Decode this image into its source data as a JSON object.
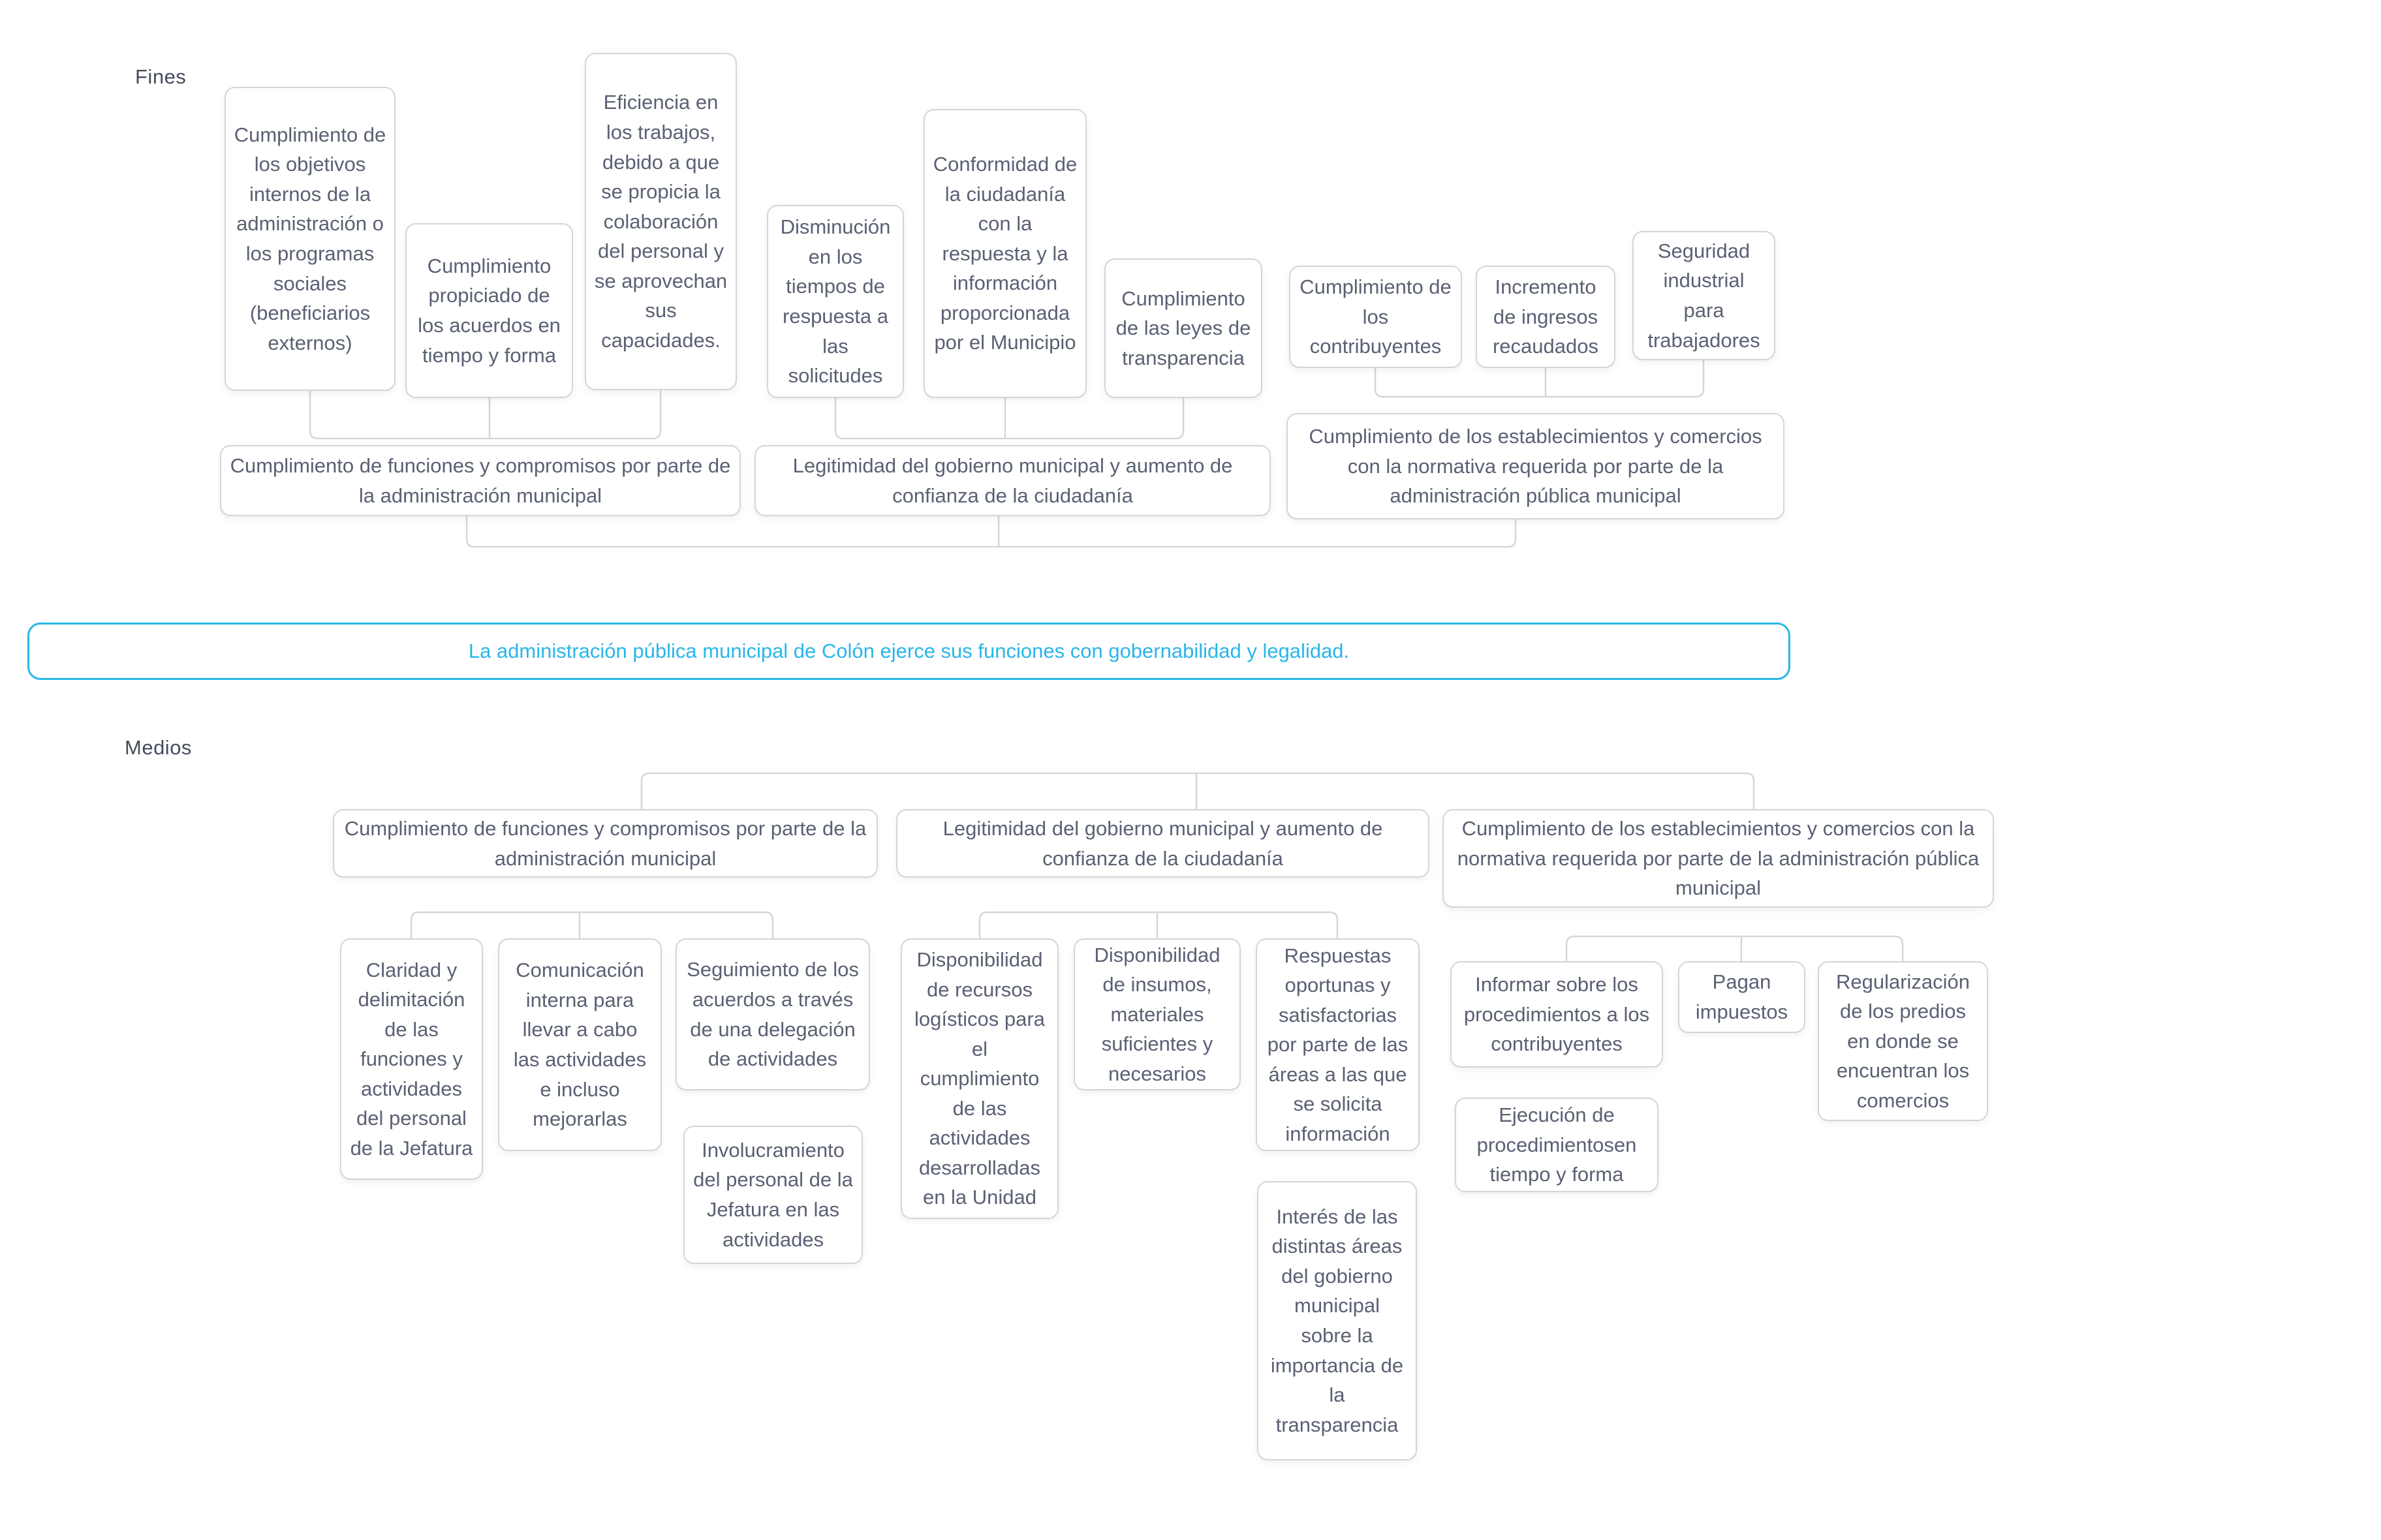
{
  "labels": {
    "fines": "Fines",
    "medios": "Medios"
  },
  "colors": {
    "accent": "#29b6e8",
    "node_border": "#d4d5d9",
    "node_text": "#5a6173",
    "connector": "#d5d6da"
  },
  "goal": {
    "text": "La administración pública municipal de Colón ejerce sus funciones con gobernabilidad y legalidad."
  },
  "fines": {
    "leaves": [
      {
        "text": "Cumplimiento de los objetivos internos de la administración o los programas sociales (beneficiarios externos)"
      },
      {
        "text": "Cumplimiento propiciado de los acuerdos en tiempo y forma"
      },
      {
        "text": "Eficiencia en los trabajos, debido a que se propicia la colaboración del personal y se aprovechan sus capacidades."
      },
      {
        "text": "Disminución en los tiempos de respuesta a las solicitudes"
      },
      {
        "text": "Conformidad de la ciudadanía con la respuesta y la información proporcionada por el Municipio"
      },
      {
        "text": "Cumplimiento de las leyes de transparencia"
      },
      {
        "text": "Cumplimiento de los contribuyentes"
      },
      {
        "text": "Incremento de ingresos recaudados"
      },
      {
        "text": "Seguridad industrial para trabajadores"
      }
    ],
    "parents": [
      {
        "text": "Cumplimiento de funciones y compromisos por parte de la administración municipal"
      },
      {
        "text": "Legitimidad del gobierno municipal y aumento de confianza de la ciudadanía"
      },
      {
        "text": "Cumplimiento de los establecimientos y comercios con la normativa requerida por parte de la administración pública municipal"
      }
    ]
  },
  "medios": {
    "parents": [
      {
        "text": "Cumplimiento de funciones y compromisos por parte de la administración municipal"
      },
      {
        "text": "Legitimidad del gobierno municipal y aumento de confianza de la ciudadanía"
      },
      {
        "text": "Cumplimiento de los establecimientos y comercios con la normativa requerida por parte de la administración pública municipal"
      }
    ],
    "children": [
      {
        "text": "Claridad y delimitación de las funciones y actividades del personal de la Jefatura"
      },
      {
        "text": "Comunicación interna para llevar a cabo las actividades e incluso mejorarlas"
      },
      {
        "text": "Seguimiento de los acuerdos a través de una delegación de actividades"
      },
      {
        "text": "Disponibilidad de recursos logísticos para el cumplimiento de las actividades desarrolladas en la Unidad"
      },
      {
        "text": "Disponibilidad de insumos, materiales suficientes y necesarios"
      },
      {
        "text": "Respuestas oportunas y satisfactorias por parte de las áreas a las que se solicita información"
      },
      {
        "text": "Informar sobre los procedimientos a los contribuyentes"
      },
      {
        "text": "Pagan impuestos"
      },
      {
        "text": "Regularización de los predios en donde se encuentran los comercios"
      }
    ],
    "subchildren": [
      {
        "text": "Involucramiento del personal de la Jefatura en las actividades"
      },
      {
        "text": "Interés de las distintas áreas del gobierno municipal sobre la importancia de la transparencia"
      },
      {
        "text": "Ejecución de procedimientosen tiempo y forma"
      }
    ]
  }
}
